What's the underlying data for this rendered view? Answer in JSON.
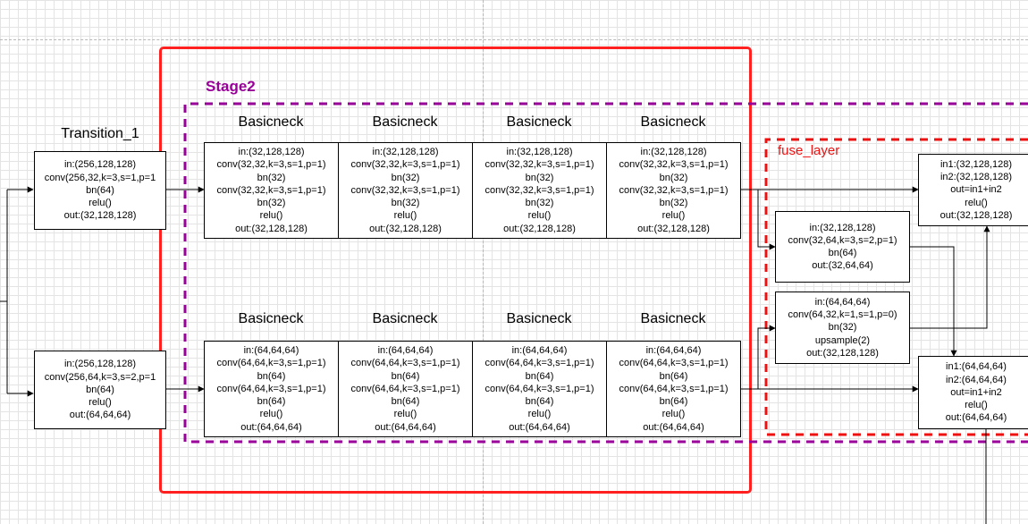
{
  "transition": {
    "title": "Transition_1",
    "top_lines": [
      "in:(256,128,128)",
      "conv(256,32,k=3,s=1,p=1",
      "bn(64)",
      "relu()",
      "out:(32,128,128)"
    ],
    "bottom_lines": [
      "in:(256,128,128)",
      "conv(256,64,k=3,s=2,p=1",
      "bn(64)",
      "relu()",
      "out:(64,64,64)"
    ]
  },
  "stage2": {
    "title": "Stage2",
    "block_title": "Basicneck",
    "top_blocks": [
      [
        "in:(32,128,128)",
        "conv(32,32,k=3,s=1,p=1)",
        "bn(32)",
        "conv(32,32,k=3,s=1,p=1)",
        "bn(32)",
        "relu()",
        "out:(32,128,128)"
      ],
      [
        "in:(32,128,128)",
        "conv(32,32,k=3,s=1,p=1)",
        "bn(32)",
        "conv(32,32,k=3,s=1,p=1)",
        "bn(32)",
        "relu()",
        "out:(32,128,128)"
      ],
      [
        "in:(32,128,128)",
        "conv(32,32,k=3,s=1,p=1)",
        "bn(32)",
        "conv(32,32,k=3,s=1,p=1)",
        "bn(32)",
        "relu()",
        "out:(32,128,128)"
      ],
      [
        "in:(32,128,128)",
        "conv(32,32,k=3,s=1,p=1)",
        "bn(32)",
        "conv(32,32,k=3,s=1,p=1)",
        "bn(32)",
        "relu()",
        "out:(32,128,128)"
      ]
    ],
    "bottom_blocks": [
      [
        "in:(64,64,64)",
        "conv(64,64,k=3,s=1,p=1)",
        "bn(64)",
        "conv(64,64,k=3,s=1,p=1)",
        "bn(64)",
        "relu()",
        "out:(64,64,64)"
      ],
      [
        "in:(64,64,64)",
        "conv(64,64,k=3,s=1,p=1)",
        "bn(64)",
        "conv(64,64,k=3,s=1,p=1)",
        "bn(64)",
        "relu()",
        "out:(64,64,64)"
      ],
      [
        "in:(64,64,64)",
        "conv(64,64,k=3,s=1,p=1)",
        "bn(64)",
        "conv(64,64,k=3,s=1,p=1)",
        "bn(64)",
        "relu()",
        "out:(64,64,64)"
      ],
      [
        "in:(64,64,64)",
        "conv(64,64,k=3,s=1,p=1)",
        "bn(64)",
        "conv(64,64,k=3,s=1,p=1)",
        "bn(64)",
        "relu()",
        "out:(64,64,64)"
      ]
    ]
  },
  "fuse_layer": {
    "title": "fuse_layer",
    "down": [
      "in:(32,128,128)",
      "conv(32,64,k=3,s=2,p=1)",
      "bn(64)",
      "out:(32,64,64)"
    ],
    "up": [
      "in:(64,64,64)",
      "conv(64,32,k=1,s=1,p=0)",
      "bn(32)",
      "upsample(2)",
      "out:(32,128,128)"
    ],
    "add_top": [
      "in1:(32,128,128)",
      "in2:(32,128,128)",
      "out=in1+in2",
      "relu()",
      "out:(32,128,128)"
    ],
    "add_bottom": [
      "in1:(64,64,64)",
      "in2:(64,64,64)",
      "out=in1+in2",
      "relu()",
      "out:(64,64,64)"
    ]
  },
  "colors": {
    "stage_outer": "#ff2020",
    "stage_inner": "#990099",
    "fuse_frame": "#ee1111",
    "wire": "#000000"
  }
}
